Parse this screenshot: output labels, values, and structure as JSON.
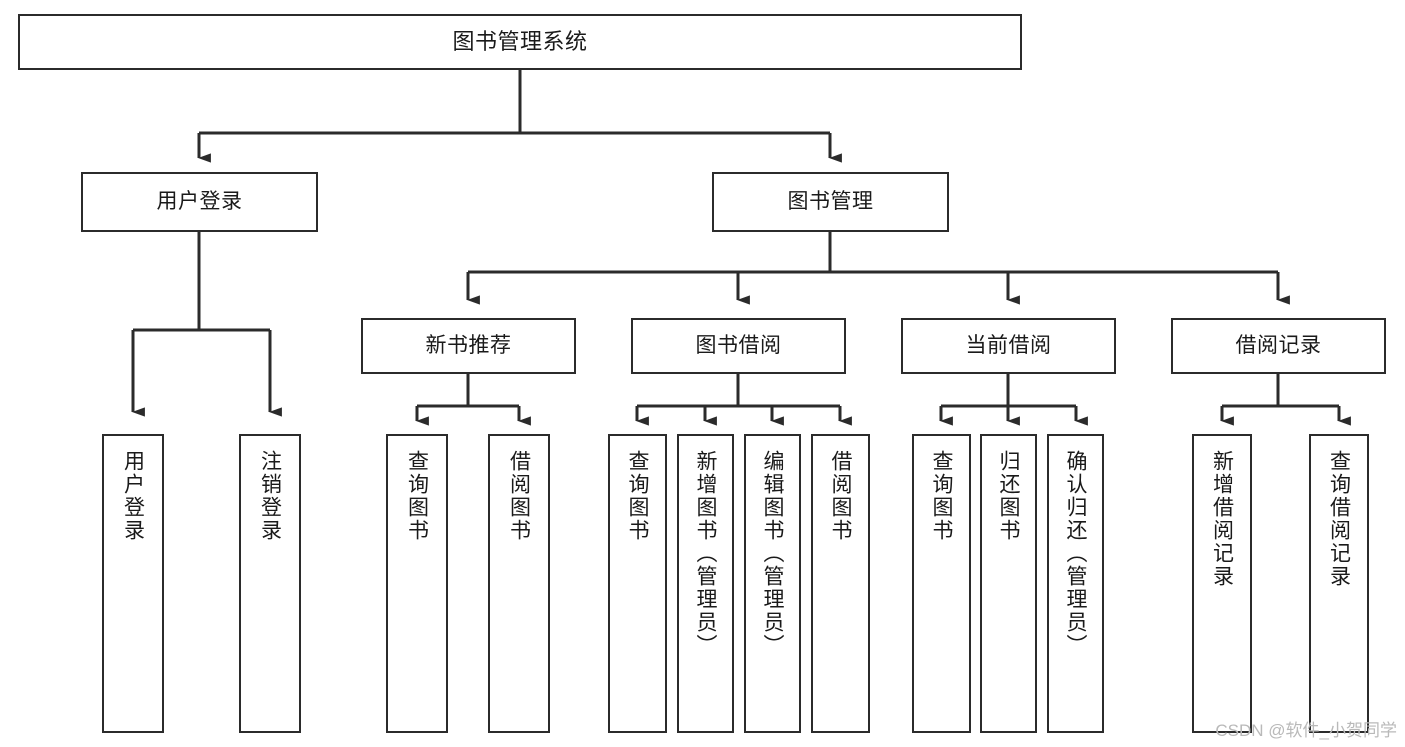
{
  "diagram": {
    "title": "图书管理系统",
    "type": "tree-hierarchy-chart",
    "background_color": "#ffffff",
    "line_color": "#2b2b2b",
    "text_color": "#1a1a1a"
  },
  "nodes": {
    "root": {
      "label": "图书管理系统",
      "orientation": "horizontal"
    },
    "level2": [
      {
        "id": "user-login",
        "label": "用户登录",
        "orientation": "horizontal"
      },
      {
        "id": "book-management",
        "label": "图书管理",
        "orientation": "horizontal"
      }
    ],
    "level3": [
      {
        "id": "new-book-recommend",
        "label": "新书推荐",
        "orientation": "horizontal"
      },
      {
        "id": "book-borrow",
        "label": "图书借阅",
        "orientation": "horizontal"
      },
      {
        "id": "current-borrow",
        "label": "当前借阅",
        "orientation": "horizontal"
      },
      {
        "id": "borrow-record",
        "label": "借阅记录",
        "orientation": "horizontal"
      }
    ],
    "leaves": {
      "user_login_children": [
        {
          "id": "leaf-user-login",
          "label": "用户登录",
          "orientation": "vertical"
        },
        {
          "id": "leaf-logout-login",
          "label": "注销登录",
          "orientation": "vertical"
        }
      ],
      "new_book_recommend_children": [
        {
          "id": "leaf-query-book-1",
          "label": "查询图书",
          "orientation": "vertical"
        },
        {
          "id": "leaf-borrow-book-1",
          "label": "借阅图书",
          "orientation": "vertical"
        }
      ],
      "book_borrow_children": [
        {
          "id": "leaf-query-book-2",
          "label": "查询图书",
          "orientation": "vertical"
        },
        {
          "id": "leaf-add-book-admin",
          "label": "新增图书（管理员）",
          "orientation": "vertical"
        },
        {
          "id": "leaf-edit-book-admin",
          "label": "编辑图书（管理员）",
          "orientation": "vertical"
        },
        {
          "id": "leaf-borrow-book-2",
          "label": "借阅图书",
          "orientation": "vertical"
        }
      ],
      "current_borrow_children": [
        {
          "id": "leaf-query-book-3",
          "label": "查询图书",
          "orientation": "vertical"
        },
        {
          "id": "leaf-return-book",
          "label": "归还图书",
          "orientation": "vertical"
        },
        {
          "id": "leaf-confirm-return-admin",
          "label": "确认归还（管理员）",
          "orientation": "vertical"
        }
      ],
      "borrow_record_children": [
        {
          "id": "leaf-add-borrow-record",
          "label": "新增借阅记录",
          "orientation": "vertical"
        },
        {
          "id": "leaf-query-borrow-record",
          "label": "查询借阅记录",
          "orientation": "vertical"
        }
      ]
    }
  },
  "watermark": {
    "text": "CSDN @软件_小贺同学"
  }
}
